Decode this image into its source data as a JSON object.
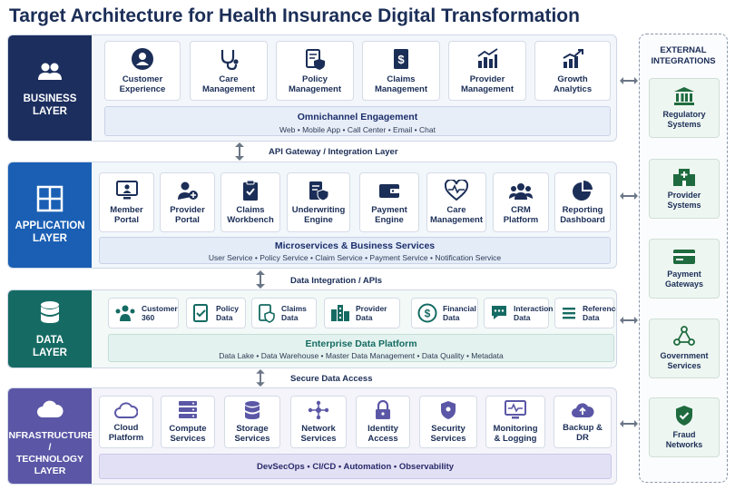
{
  "title": "Target Architecture for Health Insurance Digital Transformation",
  "colors": {
    "business": "#1b2e5e",
    "application": "#1a5fb4",
    "data": "#156b63",
    "infrastructure": "#5b57a6",
    "external": "#1f6b3f"
  },
  "layers": {
    "business": {
      "label": "BUSINESS\nLAYER",
      "icon": "users-icon",
      "cards": [
        {
          "label": "Customer\nExperience",
          "icon": "user-circle-icon"
        },
        {
          "label": "Care\nManagement",
          "icon": "stethoscope-icon"
        },
        {
          "label": "Policy\nManagement",
          "icon": "policy-shield-icon"
        },
        {
          "label": "Claims\nManagement",
          "icon": "claims-dollar-icon"
        },
        {
          "label": "Provider\nManagement",
          "icon": "bar-chart-icon"
        },
        {
          "label": "Growth\nAnalytics",
          "icon": "growth-chart-icon"
        }
      ],
      "bar": {
        "title": "Omnichannel Engagement",
        "subtitle": "Web  •  Mobile App  •  Call Center  •  Email  •  Chat"
      }
    },
    "application": {
      "label": "APPLICATION\nLAYER",
      "icon": "grid-icon",
      "cards": [
        {
          "label": "Member\nPortal",
          "icon": "monitor-user-icon"
        },
        {
          "label": "Provider\nPortal",
          "icon": "user-plus-icon"
        },
        {
          "label": "Claims\nWorkbench",
          "icon": "clipboard-check-icon"
        },
        {
          "label": "Underwriting\nEngine",
          "icon": "document-shield-icon"
        },
        {
          "label": "Payment\nEngine",
          "icon": "wallet-icon"
        },
        {
          "label": "Care\nManagement",
          "icon": "heart-pulse-icon"
        },
        {
          "label": "CRM\nPlatform",
          "icon": "group-icon"
        },
        {
          "label": "Reporting\nDashboard",
          "icon": "pie-chart-icon"
        }
      ],
      "bar": {
        "title": "Microservices & Business Services",
        "subtitle": "User Service  •  Policy Service  •  Claim Service  •  Payment Service  •  Notification Service"
      }
    },
    "data": {
      "label": "DATA\nLAYER",
      "icon": "database-icon",
      "cards": [
        {
          "label": "Customer\n360",
          "icon": "customer-360-icon"
        },
        {
          "label": "Policy\nData",
          "icon": "policy-doc-icon"
        },
        {
          "label": "Claims\nData",
          "icon": "claims-shield-icon"
        },
        {
          "label": "Provider\nData",
          "icon": "building-icon"
        },
        {
          "label": "Financial\nData",
          "icon": "dollar-circle-icon"
        },
        {
          "label": "Interaction\nData",
          "icon": "chat-icon"
        },
        {
          "label": "Reference\nData",
          "icon": "list-icon"
        }
      ],
      "bar": {
        "title": "Enterprise Data Platform",
        "subtitle": "Data Lake  •  Data Warehouse  •  Master Data Management  •  Data Quality  •  Metadata"
      }
    },
    "infrastructure": {
      "label": "INFRASTRUCTURE /\nTECHNOLOGY\nLAYER",
      "icon": "cloud-icon",
      "cards": [
        {
          "label": "Cloud\nPlatform",
          "icon": "cloud-outline-icon"
        },
        {
          "label": "Compute\nServices",
          "icon": "server-icon"
        },
        {
          "label": "Storage\nServices",
          "icon": "storage-icon"
        },
        {
          "label": "Network\nServices",
          "icon": "network-icon"
        },
        {
          "label": "Identity\nAccess",
          "icon": "lock-icon"
        },
        {
          "label": "Security\nServices",
          "icon": "security-shield-icon"
        },
        {
          "label": "Monitoring\n& Logging",
          "icon": "monitor-pulse-icon"
        },
        {
          "label": "Backup &\nDR",
          "icon": "cloud-upload-icon"
        }
      ],
      "bar": {
        "title": "DevSecOps  •  CI/CD  •  Automation  •  Observability"
      }
    }
  },
  "connectors": {
    "api_gateway": "API Gateway / Integration Layer",
    "data_integration": "Data Integration / APIs",
    "secure_access": "Secure Data Access"
  },
  "external": {
    "title": "EXTERNAL\nINTEGRATIONS",
    "items": [
      {
        "label": "Regulatory\nSystems",
        "icon": "bank-icon"
      },
      {
        "label": "Provider\nSystems",
        "icon": "hospital-icon"
      },
      {
        "label": "Payment\nGateways",
        "icon": "credit-card-icon"
      },
      {
        "label": "Government\nServices",
        "icon": "hub-icon"
      },
      {
        "label": "Fraud\nNetworks",
        "icon": "shield-check-icon"
      }
    ]
  }
}
